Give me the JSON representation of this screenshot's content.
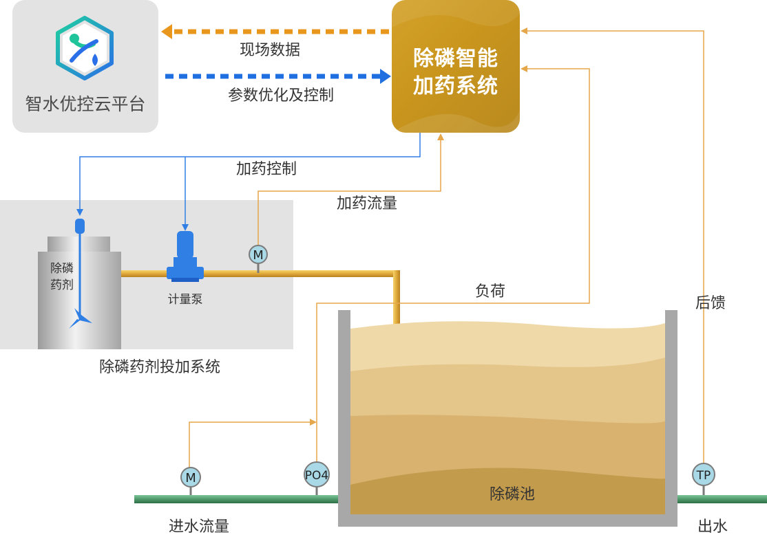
{
  "platform": {
    "title": "智水优控云平台"
  },
  "control_system": {
    "line1": "除磷智能",
    "line2": "加药系统"
  },
  "arrows": {
    "field_data": "现场数据",
    "optimization": "参数优化及控制"
  },
  "signals": {
    "dosing_control": "加药控制",
    "dosing_flow": "加药流量",
    "load": "负荷",
    "feedback": "后馈"
  },
  "dosing_system": {
    "label": "除磷药剂投加系统",
    "tank_label_1": "除磷",
    "tank_label_2": "药剂",
    "pump_label": "计量泵"
  },
  "tank": {
    "label": "除磷池"
  },
  "pipes": {
    "inflow_label": "进水流量",
    "outflow_label": "出水"
  },
  "meters": {
    "flow_meter": "M",
    "po4_meter": "PO4",
    "tp_meter": "TP",
    "dosing_meter": "M"
  },
  "colors": {
    "orange_arrow": "#e8961c",
    "blue_arrow": "#1f6fe0",
    "signal_line": "#e6a64a",
    "blue_line": "#2f7fe5",
    "pipe_green": "#4f9a6a",
    "gold_pipe": "#e0a93a",
    "meter_fill": "#a9d8e6"
  }
}
